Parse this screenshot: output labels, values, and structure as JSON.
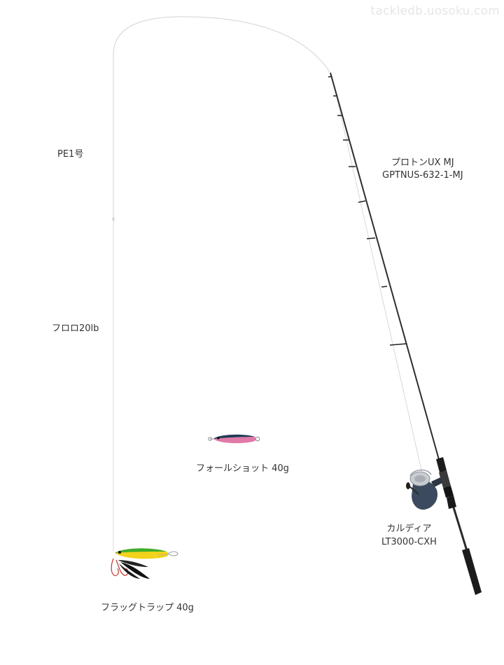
{
  "watermark": "tackledb.uosoku.com",
  "line": {
    "main": "PE1号",
    "leader": "フロロ20lb"
  },
  "rod": {
    "name": "プロトンUX MJ",
    "model": "GPTNUS-632-1-MJ"
  },
  "reel": {
    "name": "カルディア",
    "model": "LT3000-CXH"
  },
  "lures": [
    {
      "name": "フォールショット 40g"
    },
    {
      "name": "フラッグトラップ 40g"
    }
  ],
  "colors": {
    "line": "#cfcfcf",
    "rod": "#2a2a2a",
    "grip": "#1a1a1a",
    "reel_body": "#3b4a5e",
    "reel_spool": "#c9ccd1",
    "lure1_back": "#1e3d58",
    "lure1_belly": "#e07aa8",
    "lure2_back": "#3fae2a",
    "lure2_belly": "#f2d21b",
    "feather": "#111111",
    "hook": "#c0392b"
  }
}
